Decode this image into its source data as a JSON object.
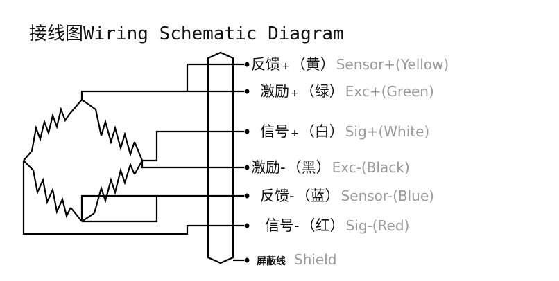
{
  "title": "接线图Wiring Schematic Diagram",
  "wires": [
    {
      "cn": "反馈",
      "sign": "+",
      "color": "（黄）",
      "en": "Sensor+(Yellow)"
    },
    {
      "cn": "激励",
      "sign": "+",
      "color": "（绿）",
      "en": "Exc+(Green)"
    },
    {
      "cn": "信号",
      "sign": "+",
      "color": "（白）",
      "en": "Sig+(White)"
    },
    {
      "cn": "激励",
      "sign": "-",
      "color": "（黑）",
      "en": "Exc-(Black)"
    },
    {
      "cn": "反馈",
      "sign": "-",
      "color": "（蓝）",
      "en": "Sensor-(Blue)"
    },
    {
      "cn": "信号",
      "sign": "-",
      "color": "（红）",
      "en": "Sig-(Red)"
    }
  ],
  "shield": {
    "cn": "屏蔽线",
    "en": "Shield"
  }
}
